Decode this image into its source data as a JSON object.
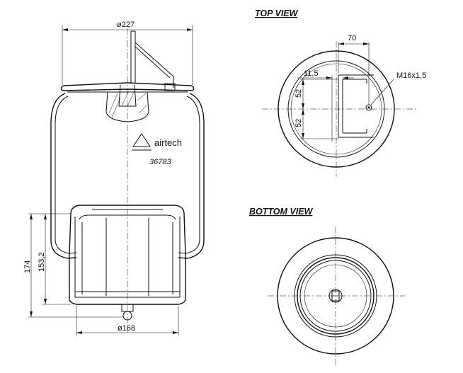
{
  "side_view": {
    "top_diameter": "ø227",
    "bottom_diameter": "ø168",
    "overall_height": "174",
    "inner_height": "153,2",
    "brand": "airtech",
    "part_number": "36783"
  },
  "top_view": {
    "title": "TOP VIEW",
    "dim_width": "70",
    "dim_offset": "11,5",
    "thread": "M16x1,5",
    "dim_upper": "52",
    "dim_lower": "52"
  },
  "bottom_view": {
    "title": "BOTTOM VIEW"
  }
}
